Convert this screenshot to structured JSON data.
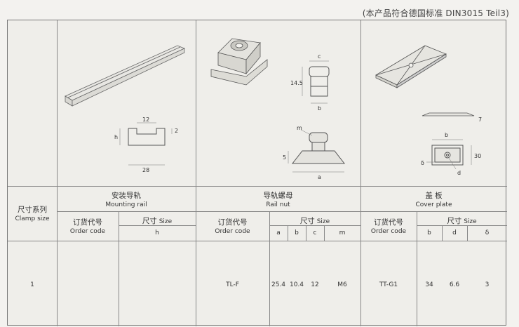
{
  "header": {
    "standard_note": "(本产品符合德国标准 DIN3015  Teil3)"
  },
  "columns": {
    "clamp_size": {
      "cn": "尺寸系列",
      "en": "Clamp size"
    },
    "mounting_rail": {
      "cn": "安装导轨",
      "en": "Mounting rail"
    },
    "rail_nut": {
      "cn": "导轨螺母",
      "en": "Rail nut"
    },
    "cover_plate": {
      "cn": "盖  板",
      "en": "Cover plate"
    }
  },
  "subheaders": {
    "order_code_cn": "订货代号",
    "order_code_en": "Order code",
    "size_cn": "尺寸",
    "size_en": "Size",
    "rail_dims": [
      "h"
    ],
    "nut_dims": [
      "a",
      "b",
      "c",
      "m"
    ],
    "cover_dims": [
      "b",
      "d",
      "δ"
    ]
  },
  "drawing_labels": {
    "rail_12": "12",
    "rail_2": "2",
    "rail_h": "h",
    "rail_28": "28",
    "nut_c": "c",
    "nut_145": "14.5",
    "nut_b": "b",
    "nut_m": "m",
    "nut_5": "5",
    "nut_a": "a",
    "cover_7": "7",
    "cover_b": "b",
    "cover_30": "30",
    "cover_delta": "δ",
    "cover_d": "d"
  },
  "rows": [
    {
      "clamp_size": "1",
      "rail_order_code": "",
      "rail_h": "",
      "nut_order_code": "TL-F",
      "nut_a": "25.4",
      "nut_b": "10.4",
      "nut_c": "12",
      "nut_m": "M6",
      "cover_order_code": "TT-G1",
      "cover_b": "34",
      "cover_d": "6.6",
      "cover_delta": "3"
    }
  ]
}
